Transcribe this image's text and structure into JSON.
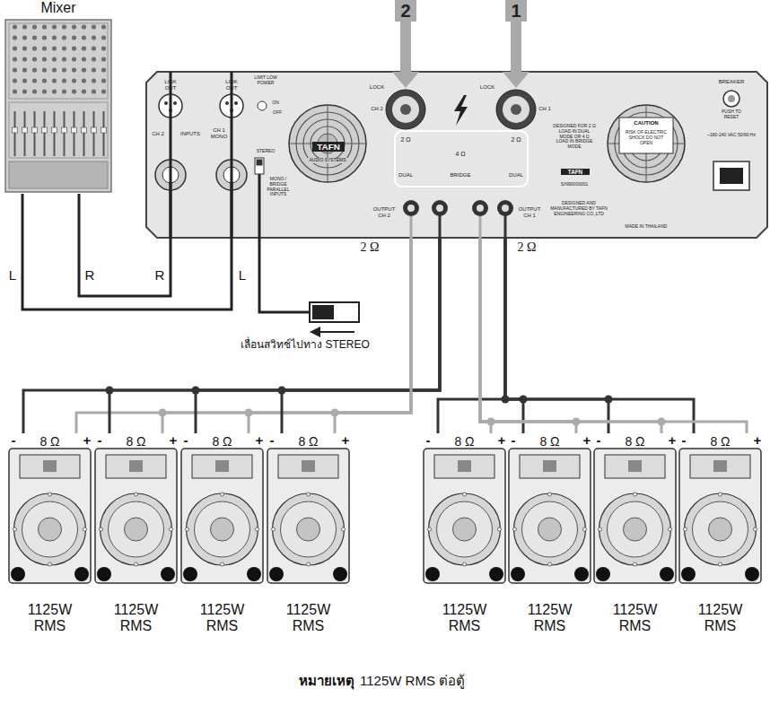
{
  "diagram": {
    "nodes": [
      {
        "text": [
          "Mixer"
        ]
      },
      {
        "text": [
          "LINK OUT",
          "LINK OUT",
          "CH 2",
          "INPUTS",
          "CH 1 MONO",
          "LIMIT LOW POWER",
          "ON",
          "OFF",
          "STEREO",
          "MONO / BRIDGE PARALLEL INPUTS",
          "TAFN",
          "AUDIO SYSTEMS",
          "LOCK",
          "LOCK",
          "CH 2",
          "CH 1",
          "2 Ω",
          "4 Ω",
          "2 Ω",
          "DUAL",
          "BRIDGE",
          "DUAL",
          "OUTPUT CH 2",
          "OUTPUT CH 1",
          "DESIGNED FOR 2 Ω LOAD IN DUAL MODE OR 4 Ω LOAD IN BRIDGE MODE",
          "TAFN",
          "S/N90000001",
          "DESIGNED AND MANUFACTURED BY TAFN ENGINEERING CO.,LTD",
          "CAUTION",
          "RISK OF ELECTRIC SHOCK DO NOT OPEN",
          "MADE IN THAILAND",
          "BREAKER",
          "PUSH TO RESET",
          "~180-240 VAC 50/60 Hz"
        ]
      },
      {
        "text": [
          "8 Ω",
          "1125W RMS"
        ]
      },
      {
        "text": [
          "8 Ω",
          "1125W RMS"
        ]
      },
      {
        "text": [
          "8 Ω",
          "1125W RMS"
        ]
      },
      {
        "text": [
          "8 Ω",
          "1125W RMS"
        ]
      },
      {
        "text": [
          "8 Ω",
          "1125W RMS"
        ]
      },
      {
        "text": [
          "8 Ω",
          "1125W RMS"
        ]
      },
      {
        "text": [
          "8 Ω",
          "1125W RMS"
        ]
      },
      {
        "text": [
          "8 Ω",
          "1125W RMS"
        ]
      }
    ],
    "edges": [
      {
        "from": 0,
        "to": 1,
        "arrow": "none"
      },
      {
        "from": 0,
        "to": 1,
        "arrow": "none"
      },
      {
        "from": 1,
        "to": 2,
        "arrow": "none"
      },
      {
        "from": 1,
        "to": 2,
        "arrow": "none"
      },
      {
        "from": 1,
        "to": 3,
        "arrow": "none"
      },
      {
        "from": 1,
        "to": 3,
        "arrow": "none"
      },
      {
        "from": 1,
        "to": 4,
        "arrow": "none"
      },
      {
        "from": 1,
        "to": 4,
        "arrow": "none"
      },
      {
        "from": 1,
        "to": 5,
        "arrow": "none"
      },
      {
        "from": 1,
        "to": 5,
        "arrow": "none"
      },
      {
        "from": 1,
        "to": 6,
        "arrow": "none"
      },
      {
        "from": 1,
        "to": 6,
        "arrow": "none"
      },
      {
        "from": 1,
        "to": 7,
        "arrow": "none"
      },
      {
        "from": 1,
        "to": 7,
        "arrow": "none"
      },
      {
        "from": 1,
        "to": 8,
        "arrow": "none"
      },
      {
        "from": 1,
        "to": 8,
        "arrow": "none"
      },
      {
        "from": 1,
        "to": 9,
        "arrow": "none"
      },
      {
        "from": 1,
        "to": 9,
        "arrow": "none"
      }
    ],
    "labels": [
      "2",
      "1",
      "L",
      "R",
      "R",
      "L",
      "เลื่อนสวิทช์ไปทาง STEREO",
      "2 Ω",
      "2 Ω",
      "-",
      "+",
      "-",
      "+",
      "-",
      "+",
      "-",
      "+",
      "-",
      "+",
      "-",
      "+",
      "-",
      "+",
      "-",
      "+",
      "หมายเหตุ",
      "1125W RMS ต่อตู้"
    ]
  }
}
